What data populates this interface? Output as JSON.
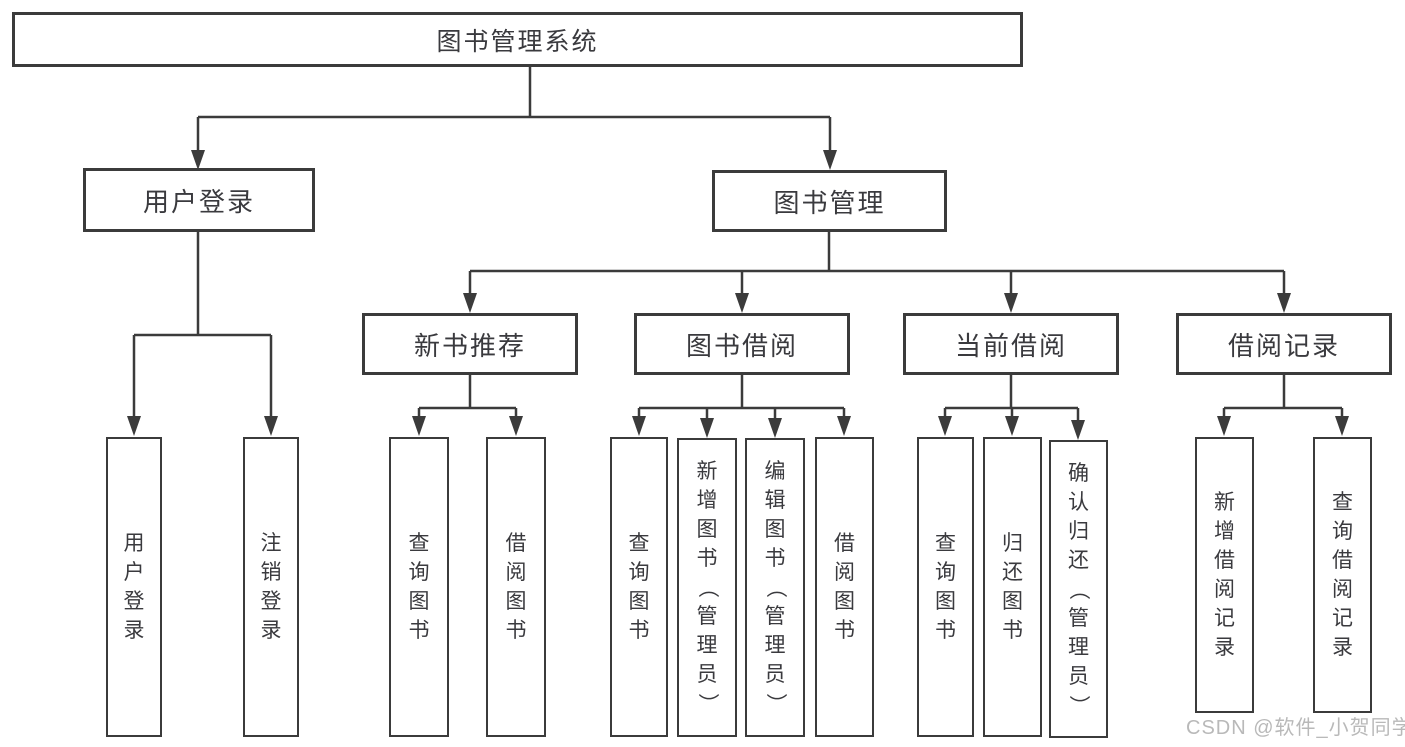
{
  "diagram": {
    "root": {
      "label": "图书管理系统"
    },
    "branches": [
      {
        "label": "用户登录",
        "children": [
          {
            "label": "用户登录"
          },
          {
            "label": "注销登录"
          }
        ]
      },
      {
        "label": "图书管理",
        "children": [
          {
            "label": "新书推荐",
            "children": [
              {
                "label": "查询图书"
              },
              {
                "label": "借阅图书"
              }
            ]
          },
          {
            "label": "图书借阅",
            "children": [
              {
                "label": "查询图书"
              },
              {
                "label": "新增图书（管理员）"
              },
              {
                "label": "编辑图书（管理员）"
              },
              {
                "label": "借阅图书"
              }
            ]
          },
          {
            "label": "当前借阅",
            "children": [
              {
                "label": "查询图书"
              },
              {
                "label": "归还图书"
              },
              {
                "label": "确认归还（管理员）"
              }
            ]
          },
          {
            "label": "借阅记录",
            "children": [
              {
                "label": "新增借阅记录"
              },
              {
                "label": "查询借阅记录"
              }
            ]
          }
        ]
      }
    ],
    "watermark": "CSDN @软件_小贺同学",
    "colors": {
      "line": "#3b3b3b",
      "text": "#3a3a3e",
      "watermark": "#b9b9b9",
      "background": "#ffffff"
    }
  }
}
